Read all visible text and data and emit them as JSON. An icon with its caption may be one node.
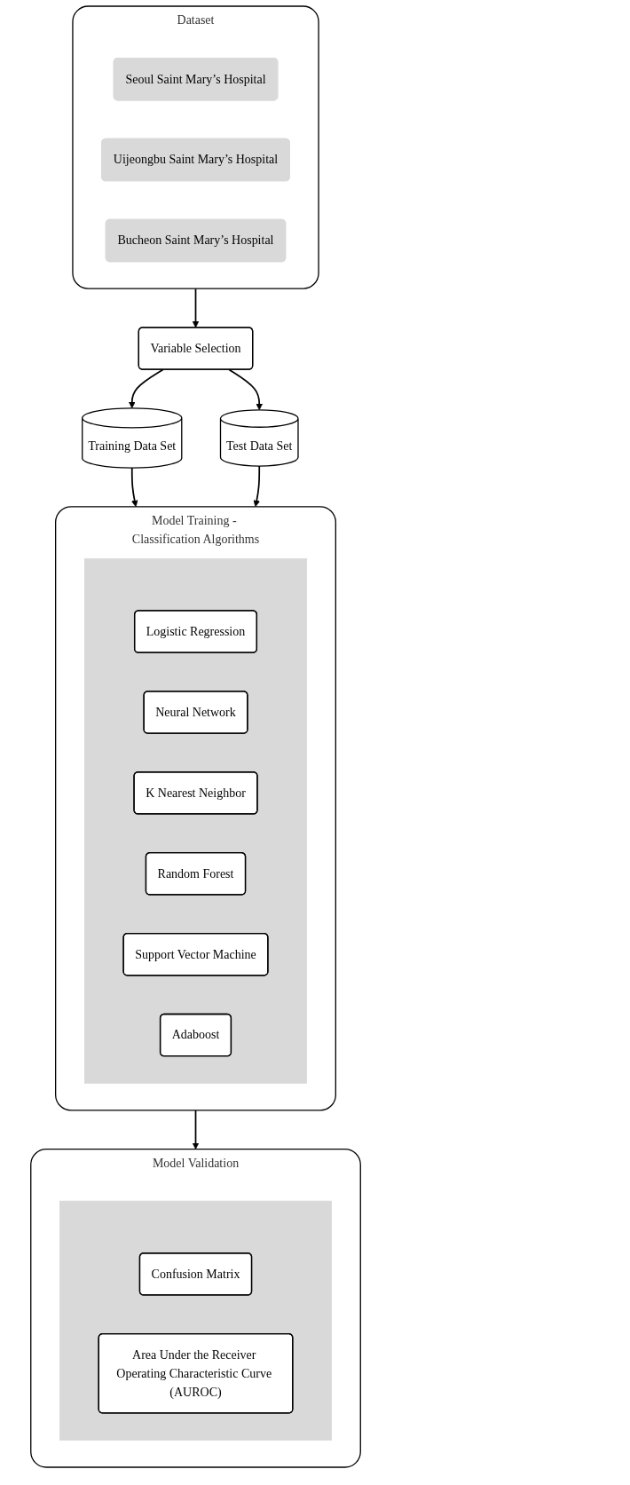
{
  "diagram": {
    "nodes": [
      {
        "text": [
          "Dataset"
        ]
      },
      {
        "text": [
          "Seoul Saint Mary’s Hospital"
        ],
        "in": 0
      },
      {
        "text": [
          "Uijeongbu Saint Mary’s Hospital"
        ],
        "in": 0
      },
      {
        "text": [
          "Bucheon Saint Mary’s Hospital"
        ],
        "in": 0
      },
      {
        "text": [
          "Variable Selection"
        ]
      },
      {
        "text": [
          "Training Data Set"
        ]
      },
      {
        "text": [
          "Test Data Set"
        ]
      },
      {
        "text": [
          "Model Training - Classification Algorithms"
        ]
      },
      {
        "text": [],
        "shape": "box",
        "in": 7
      },
      {
        "text": [
          "Logistic Regression"
        ],
        "in": 8
      },
      {
        "text": [
          "Neural Network"
        ],
        "in": 8
      },
      {
        "text": [
          "K Nearest Neighbor"
        ],
        "in": 8
      },
      {
        "text": [
          "Random Forest"
        ],
        "in": 8
      },
      {
        "text": [
          "Support Vector Machine"
        ],
        "in": 8
      },
      {
        "text": [
          "Adaboost"
        ],
        "in": 8
      },
      {
        "text": [
          "Model Validation"
        ]
      },
      {
        "text": [],
        "shape": "box",
        "in": 15
      },
      {
        "text": [
          "Confusion Matrix"
        ],
        "in": 16
      },
      {
        "text": [
          "Area Under the Receiver Operating Characteristic Curve (AUROC)"
        ],
        "in": 16
      }
    ],
    "edges": [
      {
        "from": 0,
        "to": 4,
        "arrow": "to"
      },
      {
        "from": 4,
        "to": 5,
        "arrow": "to"
      },
      {
        "from": 4,
        "to": 6,
        "arrow": "to"
      },
      {
        "from": 5,
        "to": 7,
        "arrow": "to"
      },
      {
        "from": 6,
        "to": 7,
        "arrow": "to"
      },
      {
        "from": 7,
        "to": 15,
        "arrow": "to"
      }
    ]
  }
}
